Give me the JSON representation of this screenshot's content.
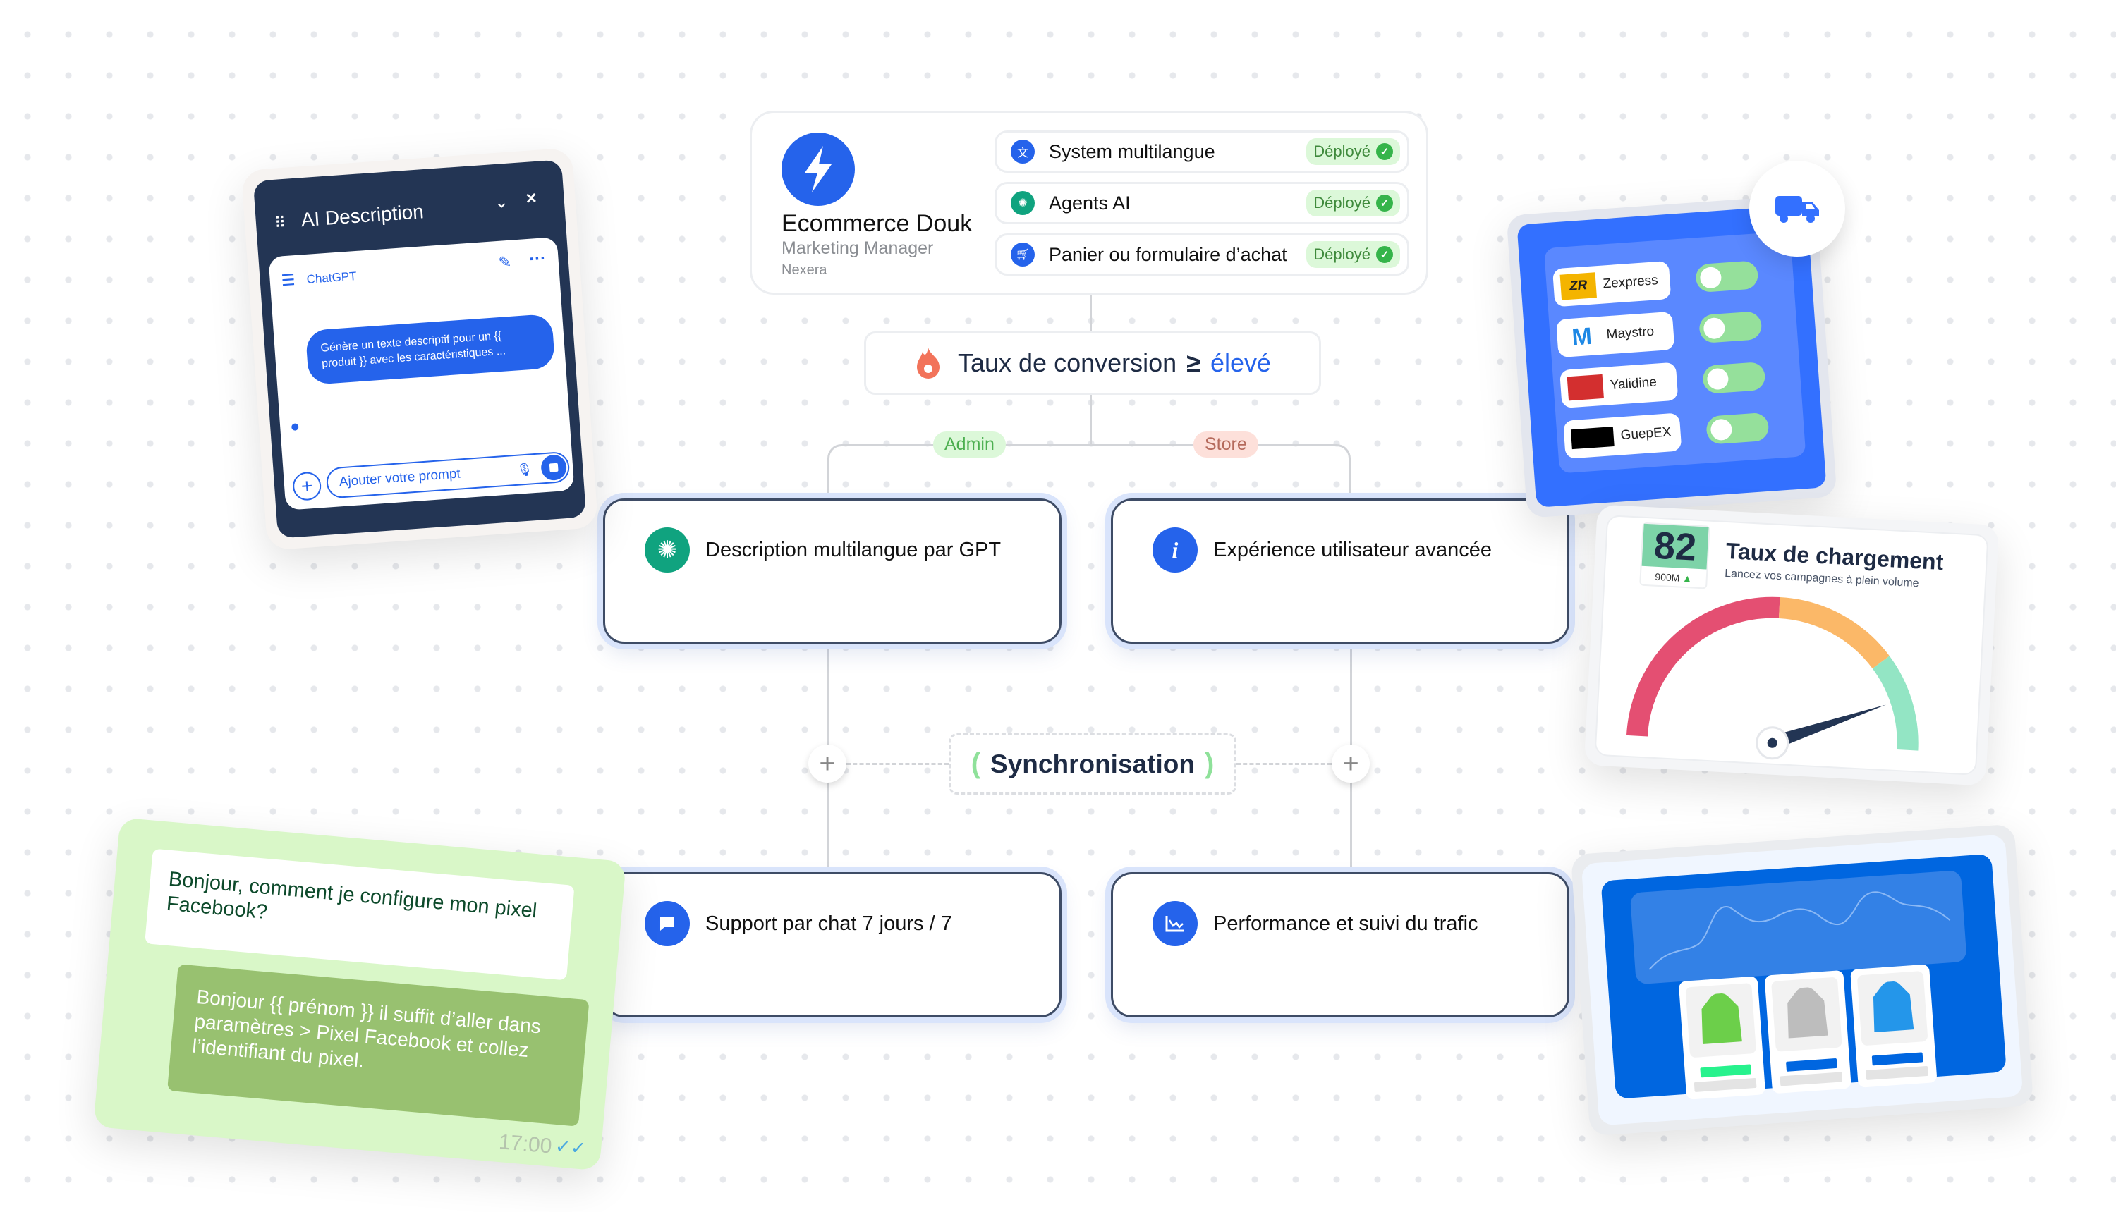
{
  "profile": {
    "name": "Ecommerce Douk",
    "role": "Marketing Manager",
    "company": "Nexera",
    "icon": "lightning-icon"
  },
  "features": [
    {
      "label": "System multilangue",
      "status": "Déployé",
      "icon": "translate-icon"
    },
    {
      "label": "Agents AI",
      "status": "Déployé",
      "icon": "openai-icon"
    },
    {
      "label": "Panier ou formulaire d’achat",
      "status": "Déployé",
      "icon": "cart-icon"
    }
  ],
  "conversion": {
    "label": "Taux de conversion",
    "operator": "≥",
    "value": "élevé"
  },
  "branches": {
    "left": "Admin",
    "right": "Store"
  },
  "nodes": [
    {
      "label": "Description multilangue par GPT",
      "icon": "openai-icon"
    },
    {
      "label": "Expérience utilisateur avancée",
      "icon": "info-icon"
    },
    {
      "label": "Support par chat 7 jours / 7",
      "icon": "chat-icon"
    },
    {
      "label": "Performance et suivi du trafic",
      "icon": "chart-icon"
    }
  ],
  "sync": {
    "label": "Synchronisation"
  },
  "ai_panel": {
    "title": "AI Description",
    "model": "ChatGPT",
    "message": "Génère un texte descriptif pour  un {{ produit }} avec les caractéristiques ...",
    "placeholder": "Ajouter votre prompt"
  },
  "chat": {
    "question": "Bonjour, comment je configure mon pixel Facebook?",
    "answer": "Bonjour {{ prénom }} il suffit d’aller dans paramètres > Pixel Facebook et collez l’identifiant du pixel.",
    "time": "17:00"
  },
  "shipping": {
    "carriers": [
      {
        "name": "Zexpress",
        "enabled": true
      },
      {
        "name": "Maystro",
        "enabled": true
      },
      {
        "name": "Yalidine",
        "enabled": true
      },
      {
        "name": "GuepEX",
        "enabled": true
      }
    ]
  },
  "gauge": {
    "score": "82",
    "volume": "900M",
    "title": "Taux de chargement",
    "subtitle": "Lancez vos campagnes à plein volume",
    "value": 0.88,
    "segments": [
      0.5,
      0.78
    ]
  },
  "colors": {
    "accent": "#2563eb",
    "green": "#35b44a",
    "navy": "#233554",
    "gauge_red": "#e44f72",
    "gauge_orange": "#fbb868",
    "gauge_green": "#93e5c4"
  }
}
